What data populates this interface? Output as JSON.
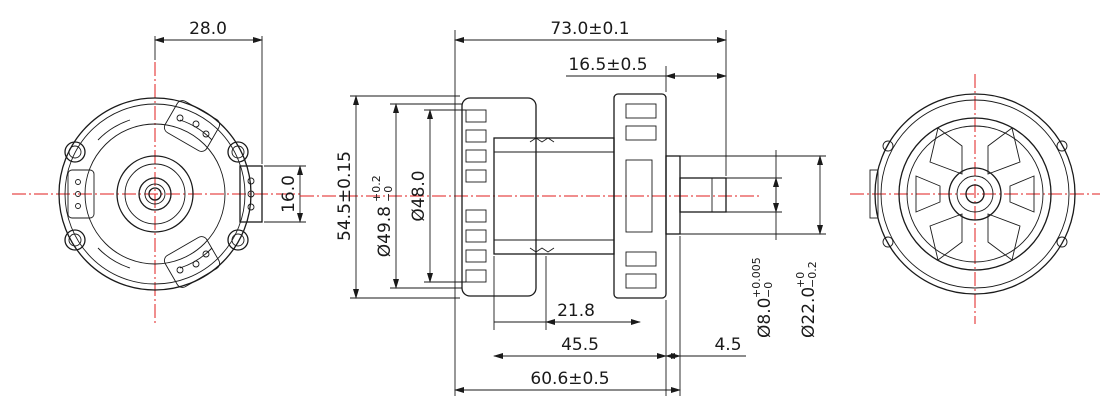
{
  "drawing": {
    "colors": {
      "line": "#1a1a1a",
      "centerline": "#e11d1d",
      "background": "#ffffff"
    },
    "dimensions": {
      "front_tab_width": "28.0",
      "front_tab_height": "16.0",
      "overall_length": "73.0±0.1",
      "shaft_length": "16.5±0.5",
      "height": "54.5±0.15",
      "dia_49_8": "Ø49.8",
      "dia_49_8_tol_upper": "+0.2",
      "dia_49_8_tol_lower": "−0",
      "dia_48": "Ø48.0",
      "dim_21_8": "21.8",
      "dim_45_5": "45.5",
      "dim_4_5": "4.5",
      "dim_60_6": "60.6±0.5",
      "shaft_dia": "Ø8.0",
      "shaft_dia_tol_upper": "+0.005",
      "shaft_dia_tol_lower": "−0",
      "boss_dia": "Ø22.0",
      "boss_dia_tol_upper": "+0",
      "boss_dia_tol_lower": "−0.2"
    }
  }
}
